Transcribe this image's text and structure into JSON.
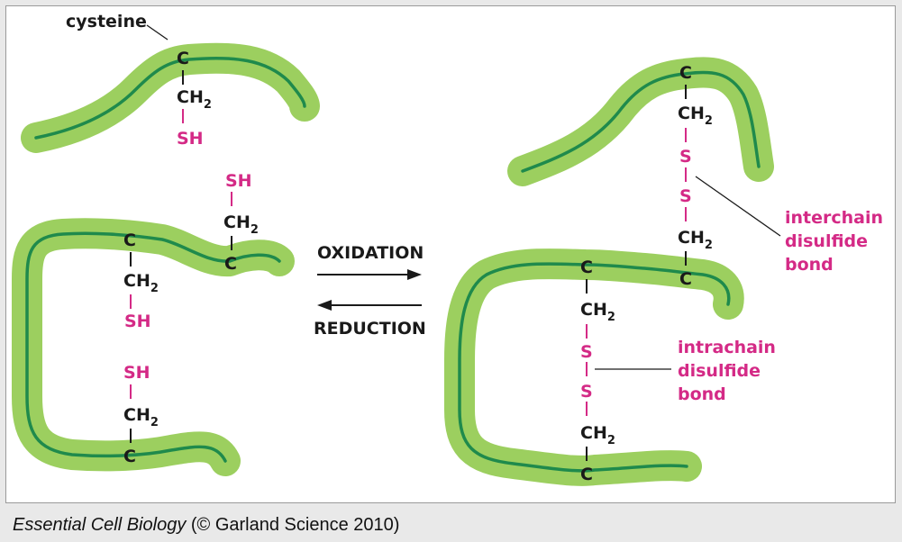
{
  "labels": {
    "cysteine": "cysteine",
    "c": "C",
    "ch": "CH",
    "sub2": "2",
    "sh": "SH",
    "s": "S",
    "oxidation": "OXIDATION",
    "reduction": "REDUCTION",
    "interchain": [
      "interchain",
      "disulfide",
      "bond"
    ],
    "intrachain": [
      "intrachain",
      "disulfide",
      "bond"
    ]
  },
  "caption": {
    "book_title": "Essential Cell Biology",
    "credit": " (© Garland Science 2010)"
  },
  "colors": {
    "chain_outer": "#9ccf5f",
    "chain_inner": "#1f8a4c",
    "sulfur": "#d42a86",
    "text": "#1a1a1a"
  }
}
